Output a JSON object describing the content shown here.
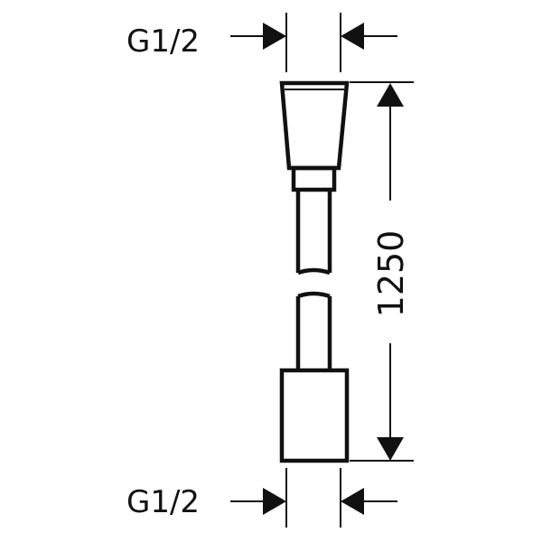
{
  "drawing": {
    "top_thread_label": "G1/2",
    "bottom_thread_label": "G1/2",
    "length_label": "1250"
  },
  "colors": {
    "line": "#111111",
    "background": "#ffffff"
  }
}
